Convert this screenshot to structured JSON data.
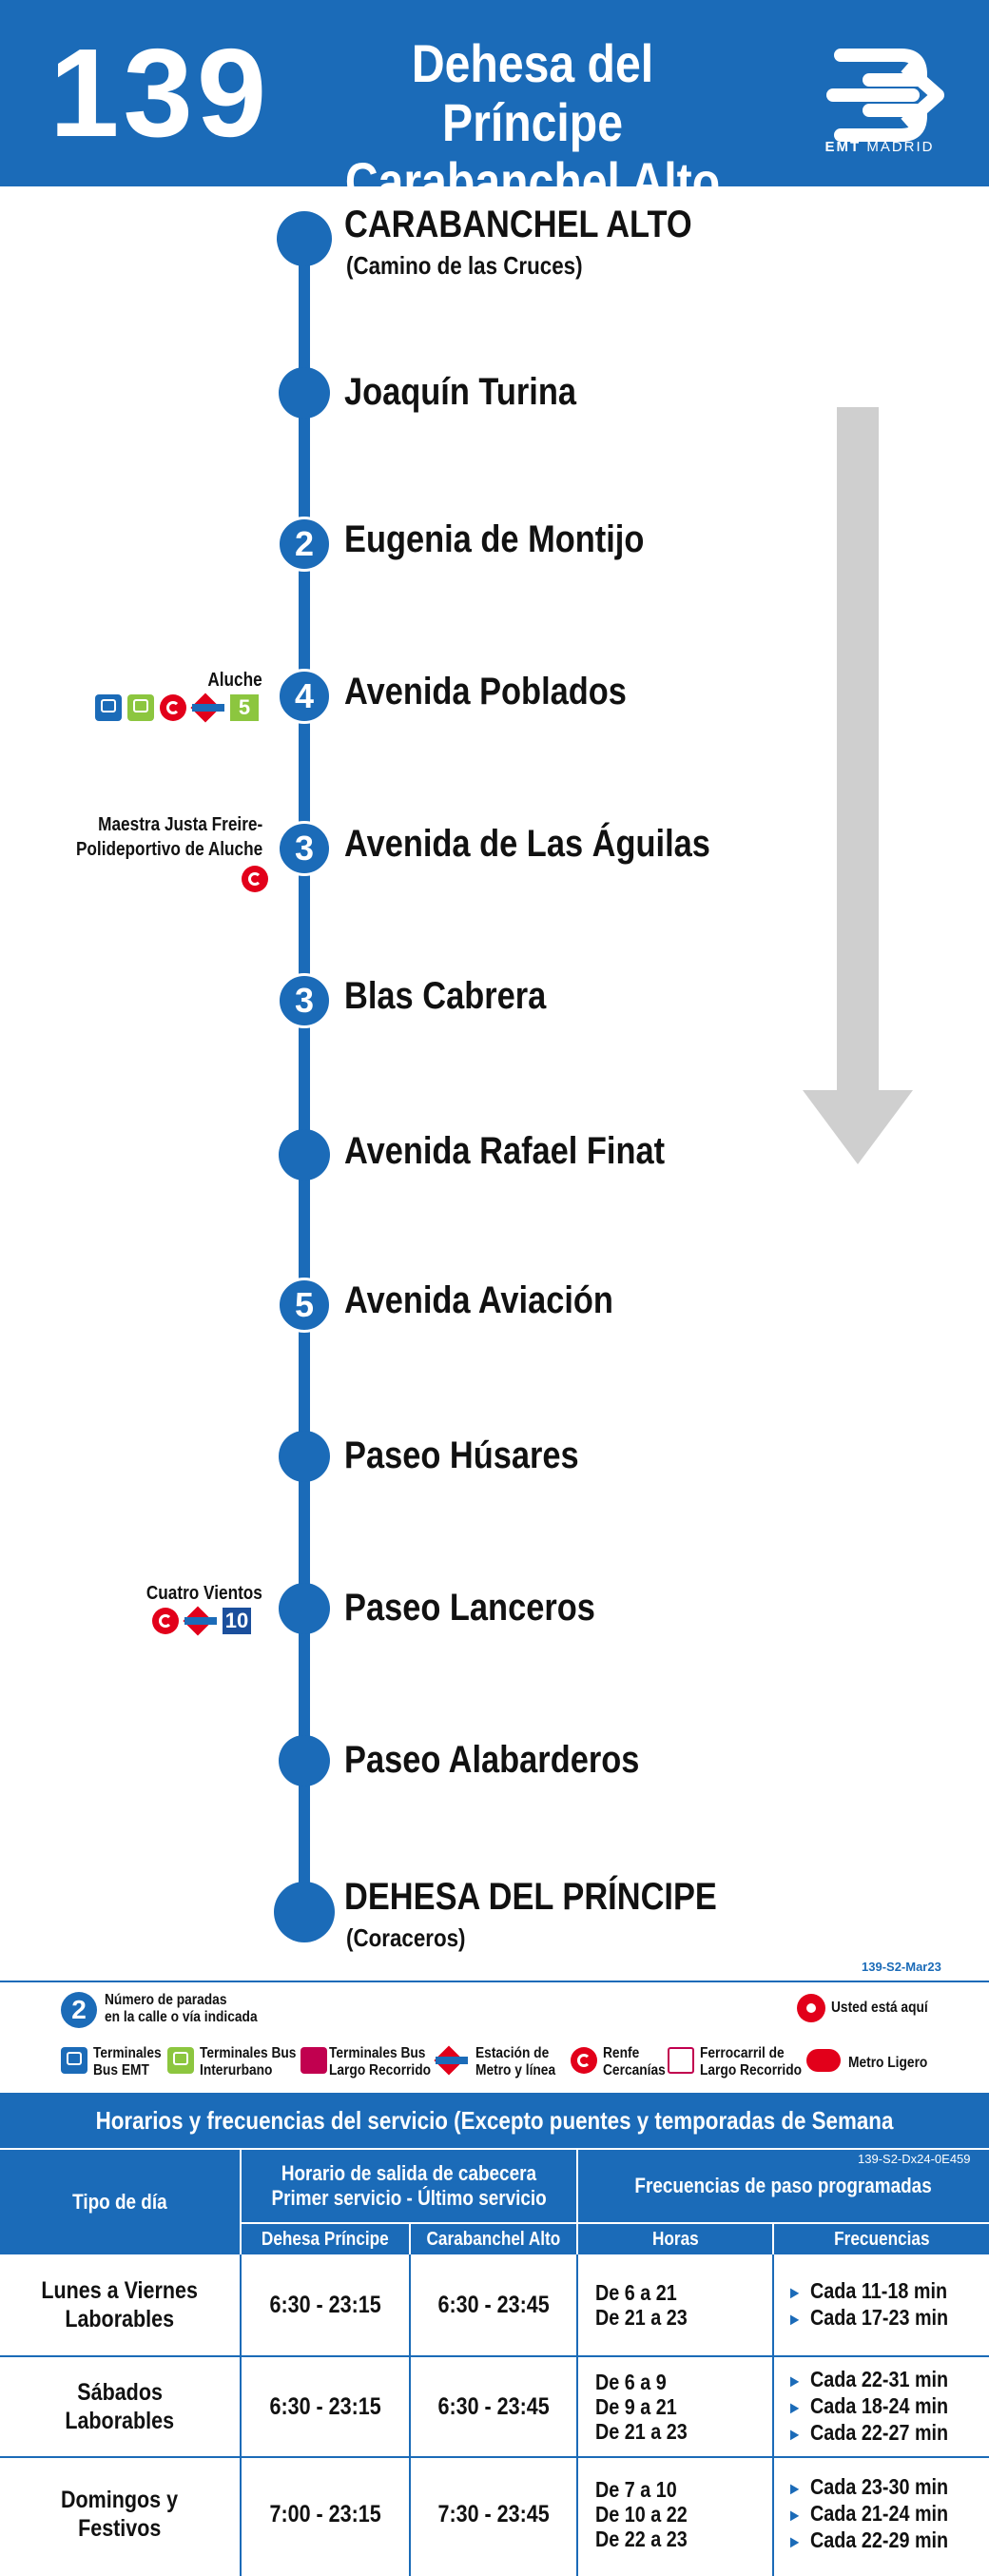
{
  "header": {
    "route_number": "139",
    "title_line1": "Dehesa del Príncipe",
    "title_line2": "Carabanchel Alto",
    "logo_text_bold": "EMT",
    "logo_text": "MADRID"
  },
  "stops": [
    {
      "name": "CARABANCHEL ALTO",
      "sub": "(Camino de las Cruces)",
      "count": ""
    },
    {
      "name": "Joaquín Turina",
      "count": ""
    },
    {
      "name": "Eugenia de Montijo",
      "count": "2"
    },
    {
      "name": "Avenida Poblados",
      "count": "4",
      "connection_label": "Aluche",
      "connection_line": "5"
    },
    {
      "name": "Avenida de Las Águilas",
      "count": "3",
      "connection_label_1": "Maestra Justa Freire-",
      "connection_label_2": "Polideportivo de Aluche"
    },
    {
      "name": "Blas Cabrera",
      "count": "3"
    },
    {
      "name": "Avenida Rafael Finat",
      "count": ""
    },
    {
      "name": "Avenida Aviación",
      "count": "5"
    },
    {
      "name": "Paseo Húsares",
      "count": ""
    },
    {
      "name": "Paseo Lanceros",
      "count": "",
      "connection_label": "Cuatro Vientos",
      "connection_line": "10"
    },
    {
      "name": "Paseo Alabarderos",
      "count": ""
    },
    {
      "name": "DEHESA DEL PRÍNCIPE",
      "sub": "(Coraceros)",
      "count": ""
    }
  ],
  "doc_code": "139-S2-Mar23",
  "legend": {
    "num_icon": "2",
    "num_text_1": "Número de paradas",
    "num_text_2": "en la calle o vía indicada",
    "you_are_here": "Usted está aquí",
    "items": [
      {
        "l1": "Terminales",
        "l2": "Bus EMT"
      },
      {
        "l1": "Terminales Bus",
        "l2": "Interurbano"
      },
      {
        "l1": "Terminales Bus",
        "l2": "Largo Recorrido"
      },
      {
        "l1": "Estación de",
        "l2": "Metro y línea"
      },
      {
        "l1": "Renfe",
        "l2": "Cercanías"
      },
      {
        "l1": "Ferrocarril de",
        "l2": "Largo Recorrido"
      },
      {
        "l1": "Metro Ligero",
        "l2": ""
      }
    ]
  },
  "schedule": {
    "title": "Horarios y frecuencias del servicio (Excepto puentes y temporadas de Semana Santa y Verano)",
    "code": "139-S2-Dx24-0E459",
    "headers": {
      "day_type": "Tipo de día",
      "departure_1": "Horario de salida de cabecera",
      "departure_2": "Primer servicio - Último servicio",
      "freq": "Frecuencias de paso programadas",
      "dehesa": "Dehesa Príncipe",
      "carabanchel": "Carabanchel Alto",
      "hours": "Horas",
      "frequencies": "Frecuencias"
    },
    "rows": [
      {
        "day_1": "Lunes a Viernes",
        "day_2": "Laborables",
        "dehesa": "6:30 - 23:15",
        "carabanchel": "6:30 - 23:45",
        "hours": [
          "De 6 a 21",
          "De 21 a 23"
        ],
        "freqs": [
          "Cada 11-18 min",
          "Cada 17-23 min"
        ]
      },
      {
        "day_1": "Sábados",
        "day_2": "Laborables",
        "dehesa": "6:30 - 23:15",
        "carabanchel": "6:30 - 23:45",
        "hours": [
          "De 6 a 9",
          "De 9 a 21",
          "De 21 a 23"
        ],
        "freqs": [
          "Cada 22-31 min",
          "Cada 18-24 min",
          "Cada 22-27 min"
        ]
      },
      {
        "day_1": "Domingos y",
        "day_2": "Festivos",
        "dehesa": "7:00 - 23:15",
        "carabanchel": "7:30 - 23:45",
        "hours": [
          "De 7 a 10",
          "De 10 a 22",
          "De 22 a 23"
        ],
        "freqs": [
          "Cada 23-30 min",
          "Cada 21-24 min",
          "Cada 22-29 min"
        ]
      }
    ]
  },
  "colors": {
    "brand_blue": "#1b6bb8",
    "renfe_red": "#e2001a",
    "interurban_green": "#8cc63f",
    "arrow_gray": "#cfcfcf"
  }
}
